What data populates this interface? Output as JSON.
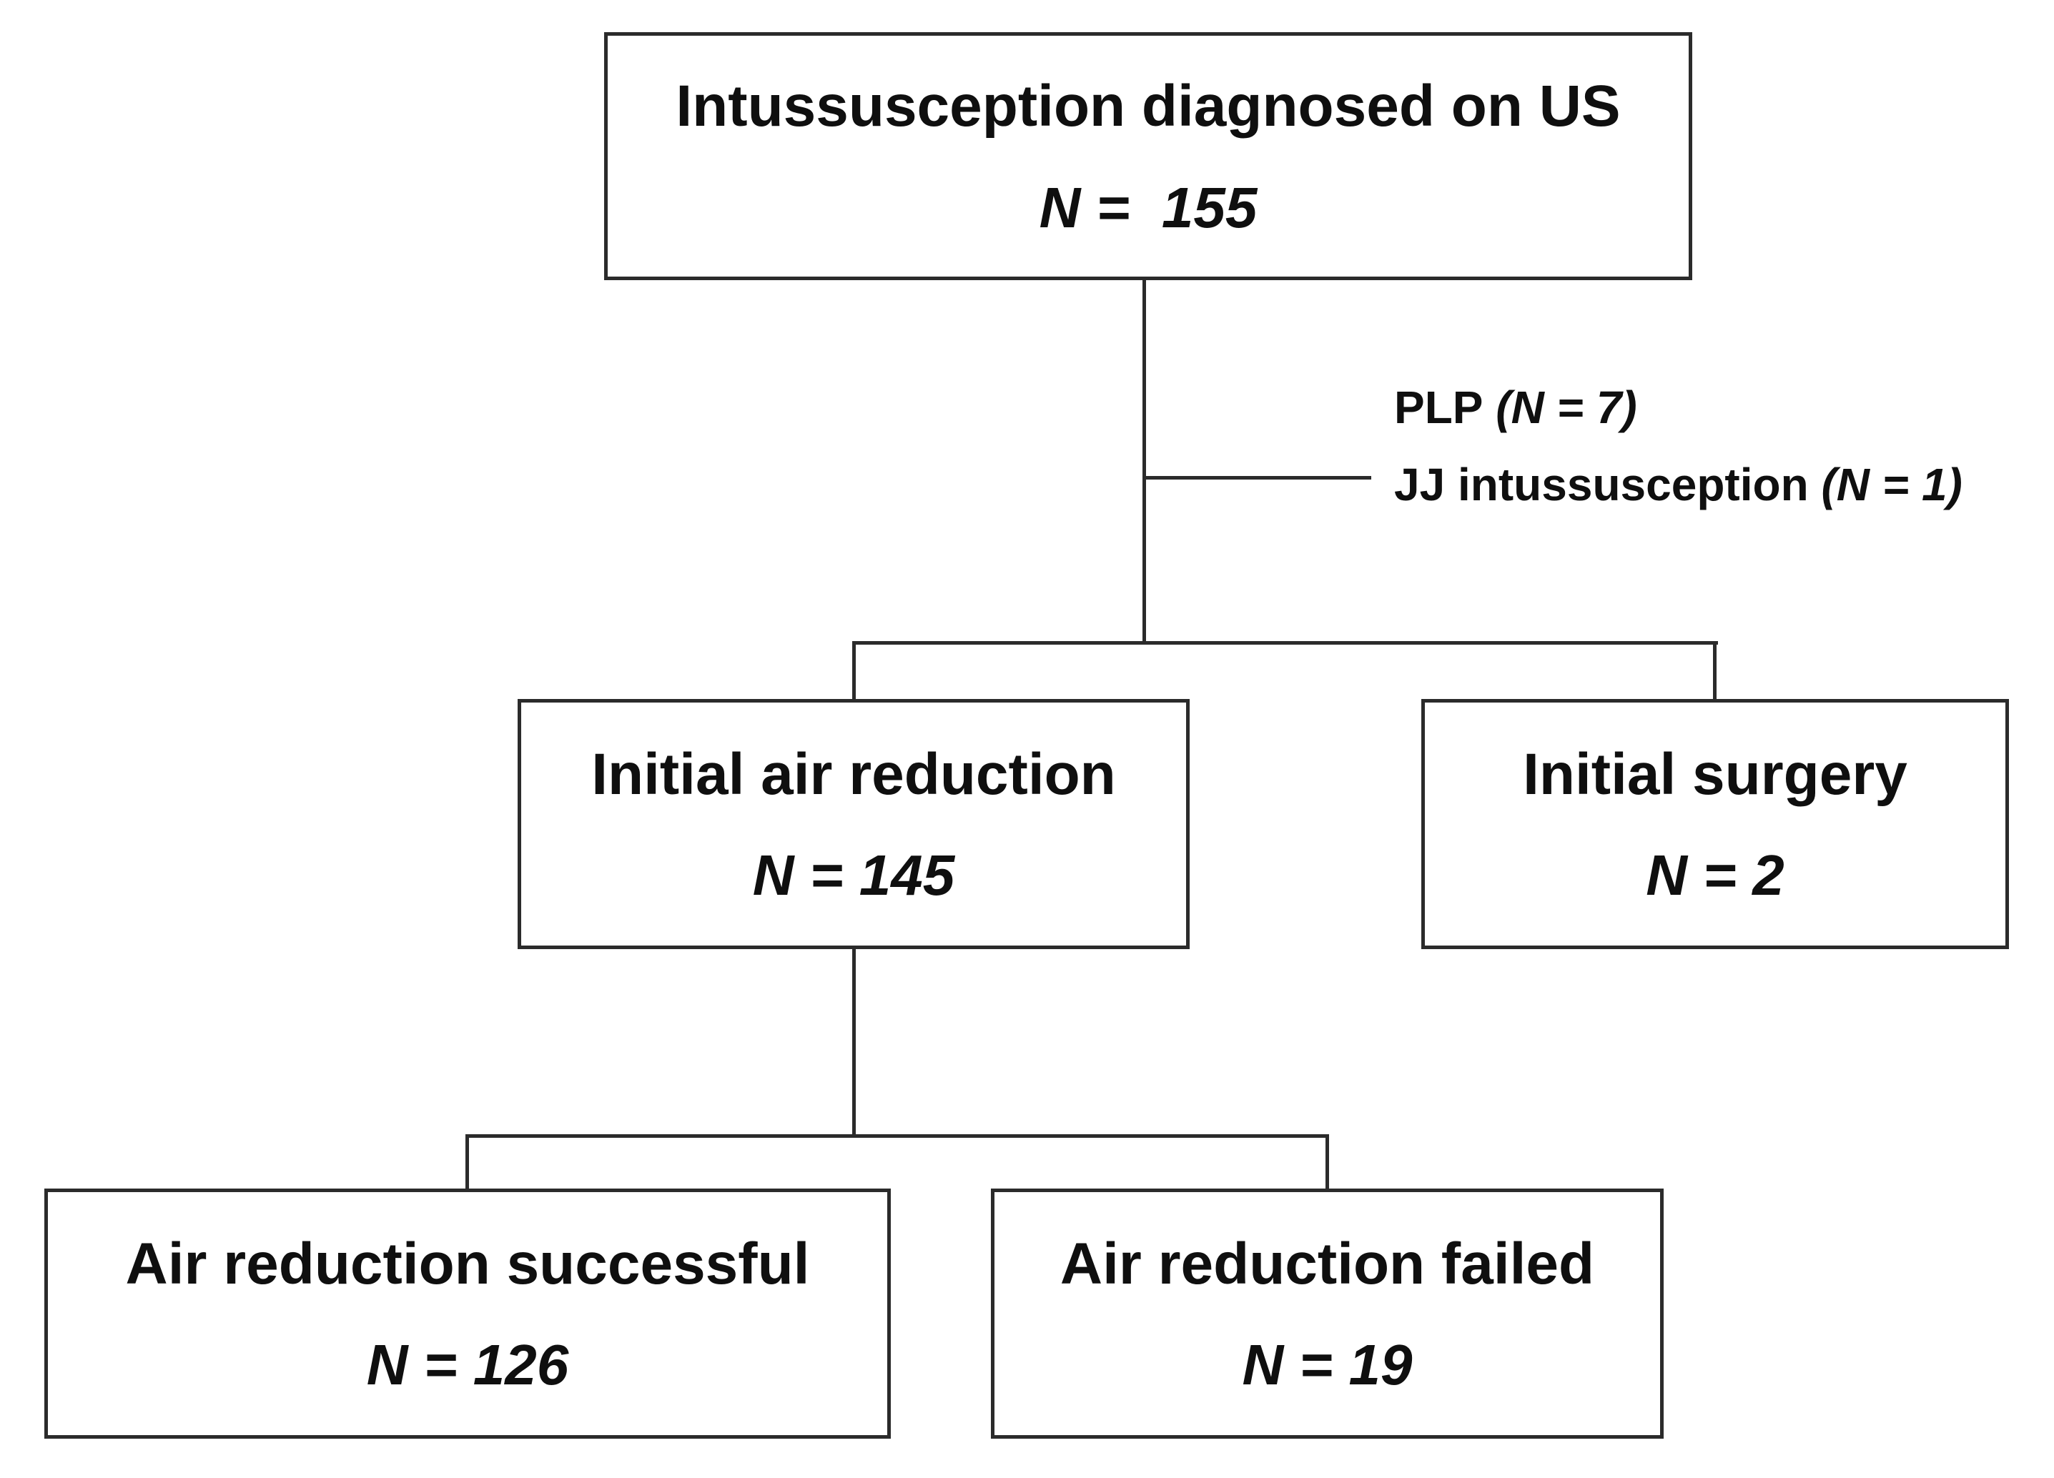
{
  "colors": {
    "background": "#ffffff",
    "line": "#2b2b2b",
    "text": "#0f0f0f"
  },
  "nodes": [
    {
      "id": "us-diagnosis",
      "title": "Intussusception diagnosed on US",
      "n": "N =  155"
    },
    {
      "id": "initial-air-reduction",
      "title": "Initial air reduction",
      "n": "N = 145"
    },
    {
      "id": "initial-surgery",
      "title": "Initial surgery",
      "n": "N = 2"
    },
    {
      "id": "air-reduction-successful",
      "title": "Air reduction successful",
      "n": "N = 126"
    },
    {
      "id": "air-reduction-failed",
      "title": "Air reduction failed",
      "n": "N = 19"
    }
  ],
  "annotations": [
    {
      "label": "PLP",
      "count": "(N = 7)"
    },
    {
      "label": "JJ intussusception",
      "count": "(N = 1)"
    }
  ]
}
